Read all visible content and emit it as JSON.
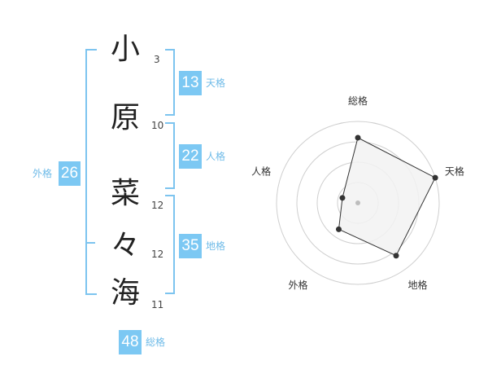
{
  "name": {
    "chars": [
      {
        "char": "小",
        "strokes": "3"
      },
      {
        "char": "原",
        "strokes": "10"
      },
      {
        "char": "菜",
        "strokes": "12"
      },
      {
        "char": "々",
        "strokes": "12"
      },
      {
        "char": "海",
        "strokes": "11"
      }
    ]
  },
  "fortune": {
    "tenkaku": {
      "value": "13",
      "label": "天格"
    },
    "jinkaku": {
      "value": "22",
      "label": "人格"
    },
    "chikaku": {
      "value": "35",
      "label": "地格"
    },
    "gaikaku": {
      "value": "26",
      "label": "外格"
    },
    "soukaku": {
      "value": "48",
      "label": "総格"
    }
  },
  "chart_data": {
    "type": "radar",
    "axes": [
      "総格",
      "天格",
      "地格",
      "外格",
      "人格"
    ],
    "values": [
      4,
      5,
      4,
      2,
      1
    ],
    "max": 5,
    "rings": 4
  },
  "colors": {
    "accent": "#7cc8f3",
    "bracket": "#7dc4ef",
    "label": "#6fbbe8",
    "radar_fill": "#f2f2f2",
    "radar_line": "#333333"
  }
}
